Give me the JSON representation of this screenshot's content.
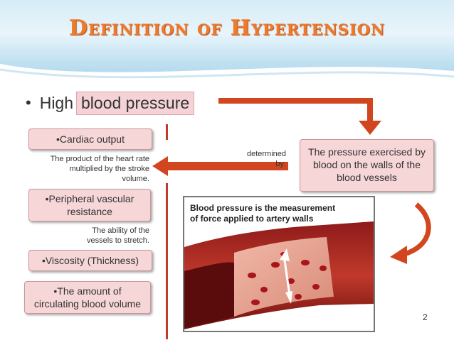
{
  "slide": {
    "title": "Definition of Hypertension",
    "bullet_prefix": "High",
    "bullet_highlight": "blood pressure",
    "page_number": "2"
  },
  "left_items": {
    "cardiac_output": "•Cardiac output",
    "cardiac_note": "The product of the heart rate multiplied by the stroke volume.",
    "peripheral_line1": "•Peripheral vascular",
    "peripheral_line2": "resistance",
    "peripheral_note": "The ability of the vessels to stretch.",
    "viscosity": "•Viscosity (Thickness)",
    "volume_line1": "•The amount of",
    "volume_line2": "circulating blood volume"
  },
  "right": {
    "determined_by": "determined by:",
    "definition_line1": "The pressure exercised by",
    "definition_line2": "blood on the walls of the",
    "definition_line3": "blood vessels"
  },
  "image": {
    "caption_line1": "Blood pressure is the measurement",
    "caption_line2": "of force applied to artery walls"
  },
  "colors": {
    "accent": "#f07a2c",
    "box_fill": "#f7d6d8",
    "arrow": "#d2461f"
  }
}
